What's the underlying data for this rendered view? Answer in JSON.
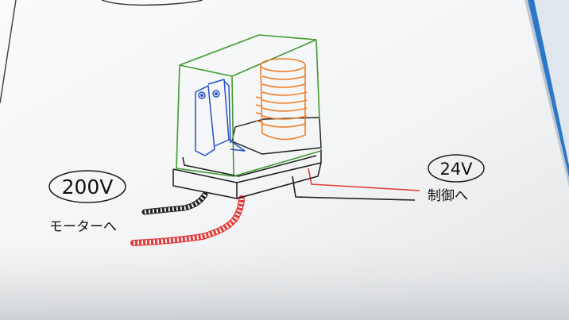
{
  "labels": {
    "voltage_high": "200V",
    "voltage_low": "24V",
    "motor_to": "モーターへ",
    "control_to": "制御へ"
  },
  "colors": {
    "paper": "#f4f5f6",
    "shadow": "#b9bdc1",
    "binder_blue": "#2b78c8",
    "case_green": "#3f9b2f",
    "coil_orange": "#ef7a22",
    "contact_blue": "#2750c7",
    "wire_red": "#e53a3a",
    "ink": "#1b1b1b"
  },
  "icons": [
    "relay-sketch",
    "coil-icon",
    "contact-icon",
    "wire-red",
    "wire-black"
  ]
}
